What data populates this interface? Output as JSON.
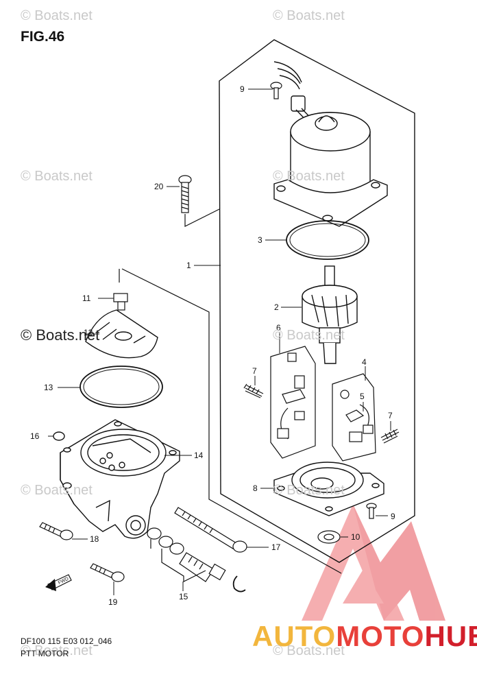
{
  "figure_title": "FIG.46",
  "diagram_code": "DF100 115 E03 012_046",
  "diagram_name": "PTT MOTOR",
  "watermark_text": "© Boats.net",
  "brand": {
    "part1": "AUTO",
    "part2": "MOTO",
    "part3": "HUB",
    "colors": [
      "#f2b63d",
      "#e8403a",
      "#d21f2b"
    ]
  },
  "callouts": [
    "1",
    "2",
    "3",
    "4",
    "5",
    "6",
    "7",
    "7",
    "8",
    "9",
    "9",
    "10",
    "11",
    "12",
    "13",
    "14",
    "15",
    "16",
    "17",
    "18",
    "19",
    "20"
  ],
  "fwd_label": "FWD"
}
